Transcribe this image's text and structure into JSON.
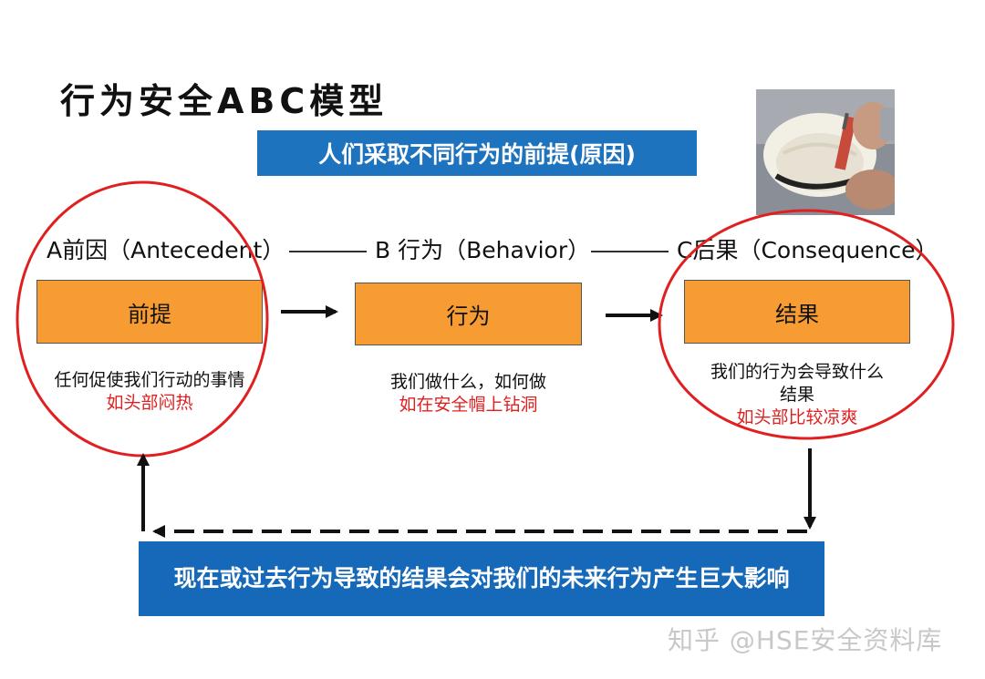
{
  "title": "行为安全ABC模型",
  "top_banner": "人们采取不同行为的前提(原因)",
  "stages": {
    "a_label": "A前因（Antecedent）",
    "b_label": "B 行为（Behavior）",
    "c_label": "C后果（Consequence）"
  },
  "boxes": {
    "a": "前提",
    "b": "行为",
    "c": "结果"
  },
  "descriptions": {
    "a_text": "任何促使我们行动的事情",
    "a_example": "如头部闷热",
    "b_text": "我们做什么，如何做",
    "b_example": "如在安全帽上钻洞",
    "c_text_1": "我们的行为会导致什么",
    "c_text_2": "结果",
    "c_example": "如头部比较凉爽"
  },
  "bottom_banner": "现在或过去行为导致的结果会对我们的未来行为产生巨大影响",
  "watermark": "知乎 @HSE安全资料库",
  "colors": {
    "box_fill": "#F79B33",
    "banner_blue": "#1E73BE",
    "ellipse_red": "#E02020",
    "example_red": "#E02020"
  }
}
